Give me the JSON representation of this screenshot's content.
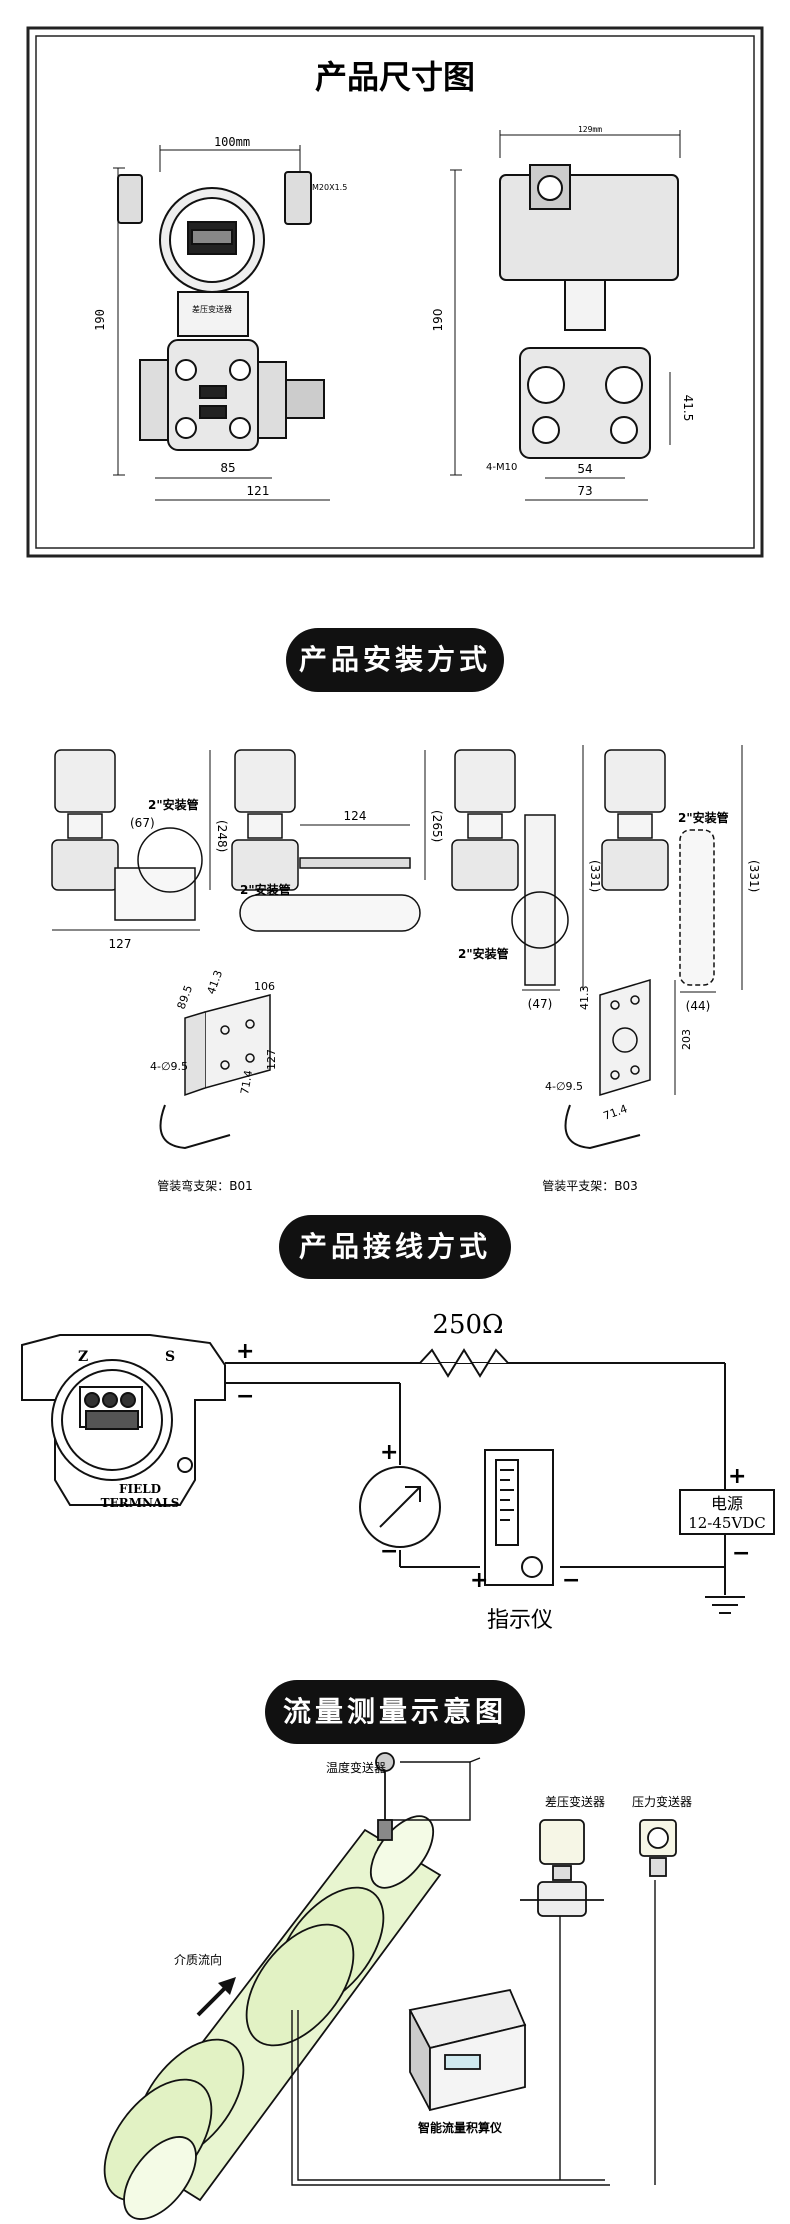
{
  "dimensions": {
    "title": "产品尺寸图",
    "front": {
      "top_width": "100mm",
      "left_height": "190",
      "bottom_85": "85",
      "bottom_121": "121",
      "side_label": "M20X1.5",
      "plate_text": "差压变送器"
    },
    "side": {
      "top_width": "129mm",
      "left_height": "190",
      "right_415": "41.5",
      "bolt": "4-M10",
      "w54": "54",
      "w73": "73"
    }
  },
  "installation": {
    "title": "产品安装方式",
    "fig1": {
      "pipe": "2\"安装管",
      "d67": "(67)",
      "d248": "(248)",
      "d127": "127"
    },
    "fig2": {
      "d124": "124",
      "d265": "(265)",
      "pipe": "2\"安装管"
    },
    "fig3": {
      "d331": "(331)",
      "pipe": "2\"安装管",
      "d47": "(47)"
    },
    "fig4": {
      "pipe": "2\"安装管",
      "d331": "(331)",
      "d44": "(44)"
    },
    "bracket1": {
      "d895": "89.5",
      "d413": "41.3",
      "d106": "106",
      "hole": "4-∅9.5",
      "d714": "71.4",
      "d127": "127",
      "caption": "管装弯支架：B01"
    },
    "bracket2": {
      "d413": "41.3",
      "hole": "4-∅9.5",
      "d714": "71.4",
      "d203": "203",
      "caption": "管装平支架：B03"
    }
  },
  "wiring": {
    "title": "产品接线方式",
    "resistor": "250Ω",
    "supply_line1": "电源",
    "supply_line2": "12-45VDC",
    "plus": "+",
    "minus": "−",
    "z": "Z",
    "s": "S",
    "terminal_line1": "FIELD",
    "terminal_line2": "TERMNALS",
    "indicator": "指示仪"
  },
  "flow": {
    "title": "流量测量示意图",
    "temp": "温度变送器",
    "dp": "差压变送器",
    "pressure": "压力变送器",
    "medium": "介质流向",
    "computer": "智能流量积算仪"
  }
}
